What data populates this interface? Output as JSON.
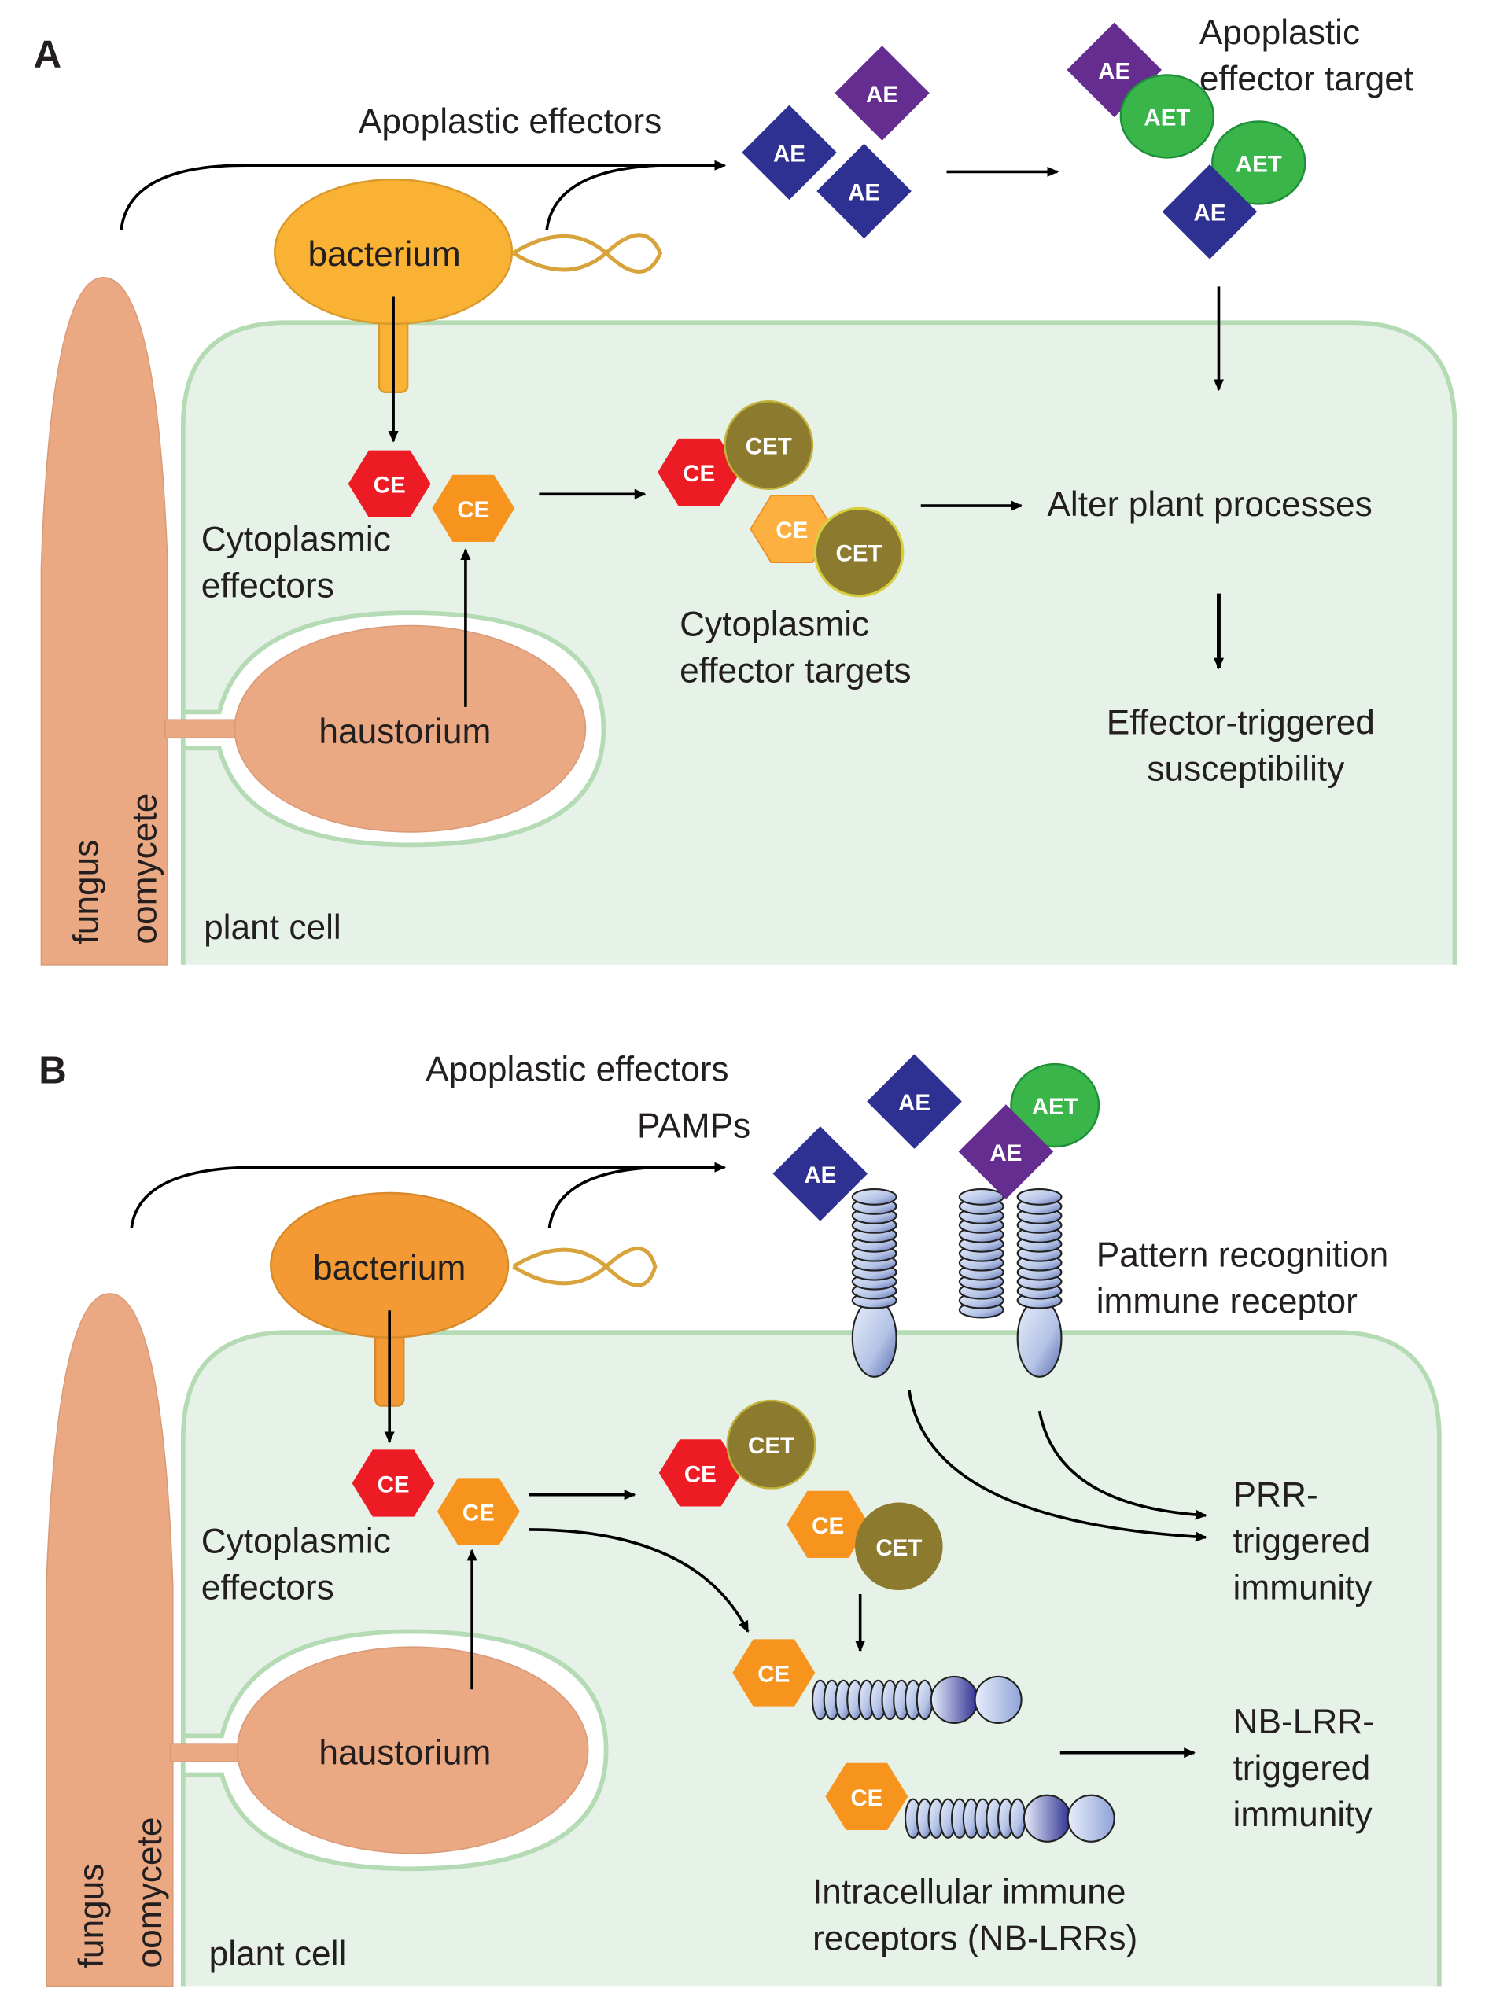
{
  "colors": {
    "plant_cell_fill": "#e6f1e7",
    "plant_cell_border": "#b5dbb5",
    "fungus": "#eba983",
    "bacterium_a": "#f9b233",
    "bacterium_b": "#f39a34",
    "ae_blue": "#2e3192",
    "ae_purple": "#662d91",
    "aet_green": "#39b54a",
    "ce_red": "#ed1c24",
    "ce_orange": "#f7941d",
    "ce_light_orange": "#fbb040",
    "cet_olive": "#8c7b2f",
    "receptor_blue": "#b4c3e6"
  },
  "panel_a": {
    "label": "A",
    "apoplastic_effectors": "Apoplastic effectors",
    "apoplastic_effector_target": [
      "Apoplastic",
      "effector target"
    ],
    "bacterium": "bacterium",
    "cytoplasmic_effectors": [
      "Cytoplasmic",
      "effectors"
    ],
    "cytoplasmic_effector_targets": [
      "Cytoplasmic",
      "effector targets"
    ],
    "alter_plant_processes": "Alter plant processes",
    "ets": [
      "Effector-triggered",
      "susceptibility"
    ],
    "haustorium": "haustorium",
    "fungus": "fungus",
    "oomycete": "oomycete",
    "plant_cell": "plant cell",
    "tags": {
      "ae": "AE",
      "aet": "AET",
      "ce": "CE",
      "cet": "CET"
    }
  },
  "panel_b": {
    "label": "B",
    "apoplastic_effectors": "Apoplastic effectors",
    "pamps": "PAMPs",
    "bacterium": "bacterium",
    "pattern_recognition": [
      "Pattern recognition",
      "immune receptor"
    ],
    "cytoplasmic_effectors": [
      "Cytoplasmic",
      "effectors"
    ],
    "prr_triggered": [
      "PRR-",
      "triggered",
      "immunity"
    ],
    "nblrr_triggered": [
      "NB-LRR-",
      "triggered",
      "immunity"
    ],
    "intracellular_receptors": [
      "Intracellular immune",
      "receptors (NB-LRRs)"
    ],
    "haustorium": "haustorium",
    "fungus": "fungus",
    "oomycete": "oomycete",
    "plant_cell": "plant cell",
    "tags": {
      "ae": "AE",
      "aet": "AET",
      "ce": "CE",
      "cet": "CET"
    }
  }
}
